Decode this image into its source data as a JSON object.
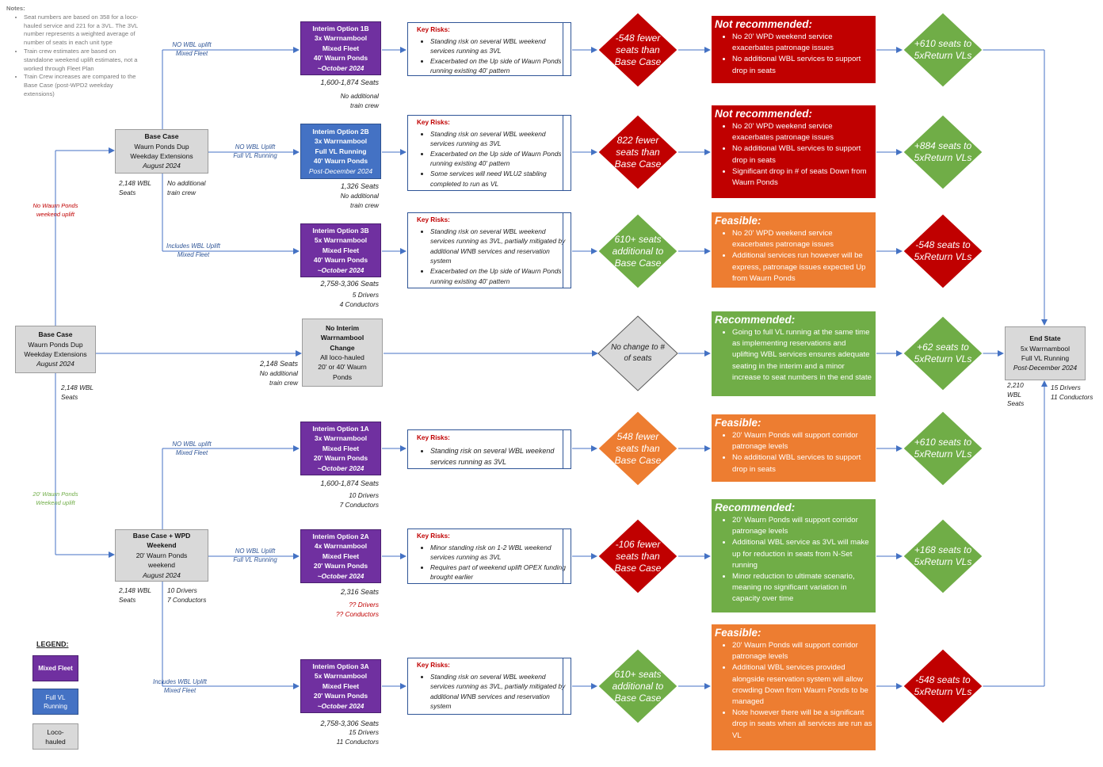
{
  "notes": {
    "title": "Notes:",
    "items": [
      "Seat numbers are based on 358 for a loco-hauled service and 221 for a 3VL. The 3VL number represents a weighted average of number of seats in each unit type",
      "Train crew estimates are based on standalone weekend uplift estimates, not a worked through Fleet Plan",
      "Train Crew increases are compared to the Base Case (post-WPD2 weekday extensions)"
    ]
  },
  "start": {
    "lines": [
      "Base Case",
      "Waurn Ponds Dup",
      "Weekday Extensions",
      "August 2024"
    ],
    "seats": "2,148 WBL\nSeats"
  },
  "branch_labels": {
    "upper": "No Waurn Ponds\nweekend uplift",
    "lower": "20' Waurn Ponds\nWeekend uplift"
  },
  "base_upper": {
    "lines": [
      "Base Case",
      "Waurn Ponds Dup",
      "Weekday Extensions",
      "August 2024"
    ],
    "seats": "2,148 WBL\nSeats",
    "crew": "No additional\ntrain crew"
  },
  "base_lower": {
    "lines": [
      "Base Case + WPD",
      "Weekend",
      "20' Waurn Ponds",
      "weekend",
      "August 2024"
    ],
    "seats": "2,148 WBL\nSeats",
    "crew": "10 Drivers\n7 Conductors"
  },
  "edge_labels": {
    "o1b": "NO WBL uplift\nMixed Fleet",
    "o2b": "NO WBL Uplift\nFull VL Running",
    "o3b": "Includes WBL Uplift\nMixed Fleet",
    "o1a": "NO WBL uplift\nMixed Fleet",
    "o2a": "NO WBL Uplift\nFull VL Running",
    "o3a": "Includes WBL Uplift\nMixed Fleet"
  },
  "options": [
    {
      "id": "o1b",
      "lines": [
        "Interim Option 1B",
        "3x Warrnambool",
        "Mixed Fleet",
        "40' Waurn Ponds",
        "~October 2024"
      ],
      "seats": "1,600-1,874 Seats",
      "crew": "No additional\ntrain crew",
      "risks": [
        "Standing risk on several WBL weekend services running as 3VL",
        "Exacerbated on the Up side of Waurn Ponds running existing 40' pattern"
      ],
      "comparison": "-548 fewer\nseats than\nBase Case",
      "outcome_title": "Not recommended",
      "outcome_points": [
        "No 20' WPD weekend service exacerbates patronage issues",
        "No additional WBL services to support drop in seats"
      ],
      "endstate": "+610 seats to\n5xReturn VLs"
    },
    {
      "id": "o2b",
      "lines": [
        "Interim Option 2B",
        "3x Warrnambool",
        "Full VL Running",
        "40' Waurn Ponds",
        "Post-December 2024"
      ],
      "seats": "1,326 Seats",
      "crew": "No additional\ntrain crew",
      "risks": [
        "Standing risk on several WBL weekend services running as 3VL",
        "Exacerbated on the Up side of Waurn Ponds running existing 40' pattern",
        "Some services will need WLU2 stabling completed to run as VL"
      ],
      "comparison": "822 fewer\nseats than\nBase Case",
      "outcome_title": "Not recommended",
      "outcome_points": [
        "No 20' WPD weekend service exacerbates patronage issues",
        "No additional WBL services to support drop in seats",
        "Significant drop in # of seats Down from Waurn Ponds"
      ],
      "endstate": "+884 seats to\n5xReturn VLs"
    },
    {
      "id": "o3b",
      "lines": [
        "Interim Option 3B",
        "5x Warrnambool",
        "Mixed Fleet",
        "40' Waurn Ponds",
        "~October 2024"
      ],
      "seats": "2,758-3,306 Seats",
      "crew": "5 Drivers\n4 Conductors",
      "risks": [
        "Standing risk on several WBL weekend services running as 3VL, partially mitigated by additional WNB services and reservation system",
        "Exacerbated on the Up side of Waurn Ponds running existing 40' pattern"
      ],
      "comparison": "610+ seats\nadditional to\nBase Case",
      "outcome_title": "Feasible",
      "outcome_points": [
        "No 20' WPD weekend service exacerbates patronage issues",
        "Additional services run however will be express, patronage issues expected Up from Waurn Ponds"
      ],
      "endstate": "-548 seats to\n5xReturn VLs"
    },
    {
      "id": "nochange",
      "lines": [
        "No Interim",
        "Warrnambool",
        "Change",
        "All loco-hauled",
        "20' or 40' Waurn",
        "Ponds"
      ],
      "seats": "2,148 Seats",
      "crew": "No additional\ntrain crew",
      "comparison": "No change to #\nof seats",
      "outcome_title": "Recommended",
      "outcome_points": [
        "Going to full VL running at the same time as implementing reservations and uplifting WBL services ensures adequate seating in the interim and a minor increase to seat numbers in the end state"
      ],
      "endstate": "+62 seats to\n5xReturn VLs"
    },
    {
      "id": "o1a",
      "lines": [
        "Interim Option 1A",
        "3x Warrnambool",
        "Mixed Fleet",
        "20' Waurn Ponds",
        "~October 2024"
      ],
      "seats": "1,600-1,874 Seats",
      "crew": "10 Drivers\n7 Conductors",
      "risks": [
        "Standing risk on several WBL weekend services running as 3VL"
      ],
      "comparison": "548 fewer\nseats than\nBase Case",
      "outcome_title": "Feasible",
      "outcome_points": [
        "20' Waurn Ponds will support corridor patronage levels",
        "No additional WBL services to support drop in seats"
      ],
      "endstate": "+610 seats to\n5xReturn VLs"
    },
    {
      "id": "o2a",
      "lines": [
        "Interim Option 2A",
        "4x Warrnambool",
        "Mixed Fleet",
        "20' Waurn Ponds",
        "~October 2024"
      ],
      "seats": "2,316 Seats",
      "crew": "?? Drivers\n?? Conductors",
      "risks": [
        "Minor standing risk on 1-2 WBL weekend services running as 3VL",
        "Requires part of weekend uplift OPEX funding brought earlier"
      ],
      "comparison": "-106 fewer\nseats than\nBase Case",
      "outcome_title": "Recommended",
      "outcome_points": [
        "20' Waurn Ponds will support corridor patronage levels",
        "Additional WBL service as 3VL will make up for reduction in seats from N-Set running",
        "Minor reduction to ultimate scenario, meaning no significant variation in capacity over time"
      ],
      "endstate": "+168 seats to\n5xReturn VLs"
    },
    {
      "id": "o3a",
      "lines": [
        "Interim Option 3A",
        "5x Warrnambool",
        "Mixed Fleet",
        "20' Waurn Ponds",
        "~October 2024"
      ],
      "seats": "2,758-3,306 Seats",
      "crew": "15 Drivers\n11 Conductors",
      "risks": [
        "Standing risk on several WBL weekend services running as 3VL, partially mitigated by additional WNB services and reservation system"
      ],
      "comparison": "610+ seats\nadditional to\nBase Case",
      "outcome_title": "Feasible",
      "outcome_points": [
        "20' Waurn Ponds will support corridor patronage levels",
        "Additional WBL services provided alongside reservation system will allow crowding Down from Waurn Ponds to be managed",
        "Note however there will be a significant drop in seats when all services are run as VL"
      ],
      "endstate": "-548 seats to\n5xReturn VLs"
    }
  ],
  "risk_title": "Key Risks:",
  "end_state": {
    "lines": [
      "End State",
      "5x Warrnambool",
      "Full VL Running",
      "Post-December 2024"
    ],
    "seats": "2,210\nWBL\nSeats",
    "crew": "15 Drivers\n11 Conductors"
  },
  "legend": {
    "title": "LEGEND:",
    "items": [
      "Mixed Fleet",
      "Full VL\nRunning",
      "Loco-\nhauled"
    ]
  },
  "colors": {
    "mixed_fleet": "#7030a0",
    "full_vl": "#4472c4",
    "loco_hauled": "#d9d9d9",
    "red": "#c00000",
    "orange": "#ed7d31",
    "green": "#70ad47",
    "connector": "#4472c4"
  }
}
